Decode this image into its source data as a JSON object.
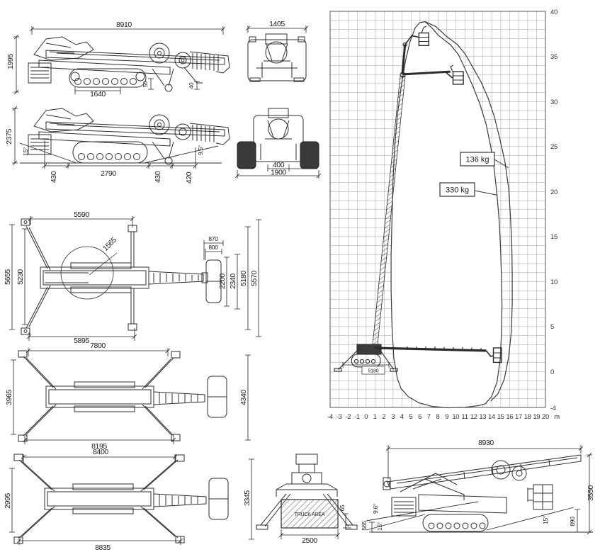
{
  "views": {
    "side_travel": {
      "length": "8910",
      "height": "1995",
      "track_length": "1640",
      "clearance_a": "50",
      "clearance_b": "40"
    },
    "side_gradeability": {
      "height": "2375",
      "angle_left": "15°",
      "angle_right": "9.5°",
      "offset_left": "430",
      "track_span": "2790",
      "offset_right": "430",
      "offset_end": "420"
    },
    "front_travel": {
      "width": "1405"
    },
    "front_track": {
      "track_width": "400",
      "width": "1900"
    },
    "top_narrow": {
      "width_top": "5590",
      "tail_radius": "1565",
      "span_outer": "5655",
      "span_inner": "5230",
      "width_bottom": "5895",
      "basket_outer": "870",
      "basket_inner": "800",
      "dim_a": "2200",
      "dim_b": "2340",
      "dim_c": "5180",
      "dim_d": "5570"
    },
    "top_mid": {
      "width_top": "7800",
      "span": "3965",
      "width_bottom": "8195",
      "reach": "4340"
    },
    "top_wide": {
      "width_top": "8400",
      "span": "2995",
      "width_bottom": "8835",
      "reach": "3345"
    },
    "front_outrigger": {
      "area_label": "TRUCK AREA",
      "width": "2500",
      "height": "65"
    },
    "side_transport": {
      "length": "8930",
      "height": "3550",
      "rear_height": "890",
      "front_height": "565",
      "angle_front": "9.6°",
      "angle_mid": "15°",
      "angle_rear": "15°"
    }
  },
  "chart": {
    "x_ticks": [
      "-4",
      "-3",
      "-2",
      "-1",
      "0",
      "1",
      "2",
      "3",
      "4",
      "5",
      "6",
      "7",
      "8",
      "9",
      "10",
      "11",
      "12",
      "13",
      "14",
      "15",
      "16",
      "17",
      "18",
      "19",
      "20"
    ],
    "x_unit": "m",
    "y_ticks": [
      "40",
      "35",
      "30",
      "25",
      "20",
      "15",
      "10",
      "5",
      "0",
      "-4"
    ],
    "label_light": "136 kg",
    "label_heavy": "330 kg",
    "base_width": "5180"
  },
  "chart_data": {
    "type": "area",
    "title": "Working envelope: outreach vs height with rated basket loads",
    "xlabel": "m",
    "ylabel": "m",
    "xlim": [
      -4,
      20
    ],
    "ylim": [
      -4,
      40
    ],
    "grid": true,
    "grid_spacing_m": 1,
    "legend_position": "inline-callouts",
    "series": [
      {
        "name": "136 kg",
        "points": [
          [
            3.5,
            -0.8
          ],
          [
            3.1,
            1.5
          ],
          [
            2.9,
            5
          ],
          [
            2.8,
            9
          ],
          [
            2.8,
            13
          ],
          [
            2.9,
            17
          ],
          [
            3.0,
            21
          ],
          [
            3.2,
            25
          ],
          [
            3.5,
            28.5
          ],
          [
            3.9,
            31.5
          ],
          [
            4.4,
            34.5
          ],
          [
            4.9,
            36.6
          ],
          [
            5.5,
            38.2
          ],
          [
            6.0,
            38.8
          ],
          [
            6.6,
            38.9
          ],
          [
            7.8,
            38.3
          ],
          [
            9.0,
            37.2
          ],
          [
            10.2,
            36.3
          ],
          [
            11.1,
            35.2
          ],
          [
            12.0,
            33.6
          ],
          [
            12.8,
            32.2
          ],
          [
            13.6,
            30.4
          ],
          [
            14.3,
            28.3
          ],
          [
            14.9,
            25.9
          ],
          [
            15.5,
            23.2
          ],
          [
            15.9,
            20.3
          ],
          [
            16.1,
            17.2
          ],
          [
            16.3,
            14.0
          ],
          [
            16.3,
            10.8
          ],
          [
            16.3,
            7.6
          ],
          [
            16.2,
            4.5
          ],
          [
            15.9,
            1.6
          ],
          [
            15.4,
            -0.9
          ],
          [
            14.7,
            -2.5
          ],
          [
            13.9,
            -3.3
          ],
          [
            12.6,
            -3.8
          ],
          [
            11.0,
            -4.0
          ],
          [
            9.2,
            -4.1
          ],
          [
            7.4,
            -3.9
          ],
          [
            5.9,
            -3.5
          ],
          [
            4.7,
            -2.8
          ],
          [
            3.9,
            -1.9
          ],
          [
            3.5,
            -0.8
          ]
        ]
      },
      {
        "name": "330 kg",
        "points": [
          [
            6.6,
            38.9
          ],
          [
            7.3,
            38.2
          ],
          [
            8.1,
            37.3
          ],
          [
            9.4,
            36.3
          ],
          [
            10.3,
            35.2
          ],
          [
            11.1,
            33.6
          ],
          [
            11.9,
            31.7
          ],
          [
            12.7,
            29.7
          ],
          [
            13.4,
            27.4
          ],
          [
            13.9,
            25.0
          ],
          [
            14.3,
            22.4
          ],
          [
            14.6,
            19.6
          ],
          [
            14.9,
            16.6
          ],
          [
            15.0,
            13.5
          ],
          [
            15.1,
            10.4
          ],
          [
            15.2,
            7.3
          ],
          [
            15.1,
            4.2
          ],
          [
            15.0,
            1.3
          ],
          [
            14.6,
            -1.2
          ],
          [
            14.0,
            -2.8
          ],
          [
            13.3,
            -3.6
          ]
        ]
      }
    ],
    "annotations": [
      {
        "text": "136 kg",
        "points_to": [
          15.9,
          22.6
        ]
      },
      {
        "text": "330 kg",
        "points_to": [
          14.6,
          19.7
        ]
      },
      {
        "text": "5180",
        "meaning": "outrigger base width under machine symbol"
      }
    ],
    "max_height_m": 38.9,
    "max_outreach_136kg_m": 16.3,
    "max_outreach_330kg_m": 15.2,
    "min_height_m": -4
  }
}
